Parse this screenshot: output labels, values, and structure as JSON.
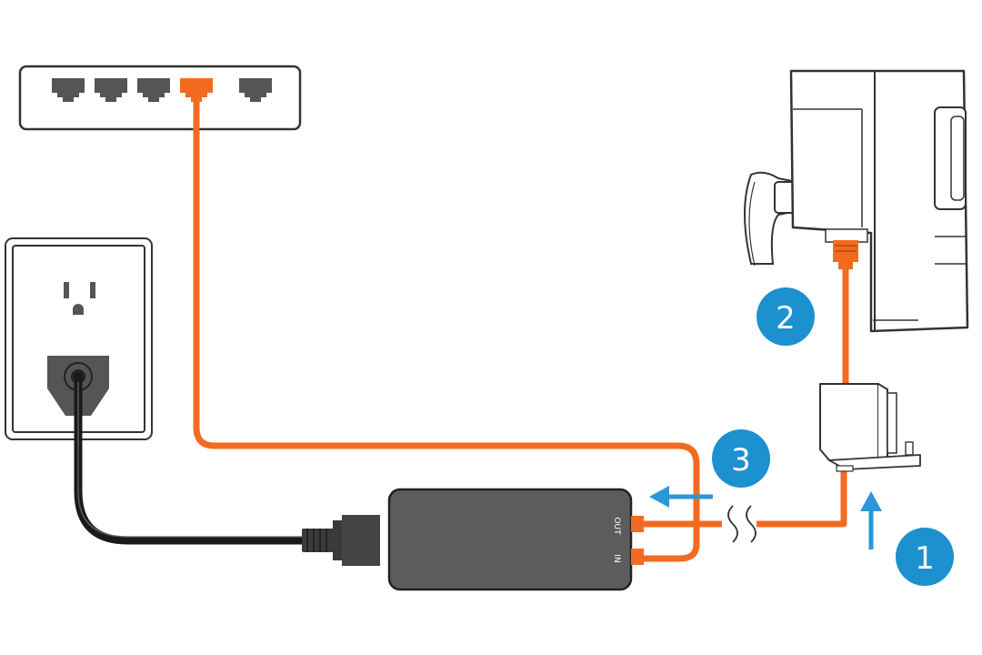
{
  "colors": {
    "cable_orange": "#f26b21",
    "power_cable": "#1a1a1a",
    "injector_body": "#5c5c5c",
    "callout_blue": "#1d90cf",
    "arrow_blue": "#2d96d6",
    "outline_gray": "#333333",
    "port_gray": "#555555"
  },
  "injector": {
    "out_label": "OUT",
    "in_label": "IN"
  },
  "steps": [
    {
      "number": "1"
    },
    {
      "number": "2"
    },
    {
      "number": "3"
    }
  ],
  "icons": {
    "switch": "network-switch-icon",
    "outlet": "wall-outlet-icon",
    "camera": "security-camera-icon",
    "mount": "camera-mount-icon",
    "injector": "poe-injector-icon"
  }
}
